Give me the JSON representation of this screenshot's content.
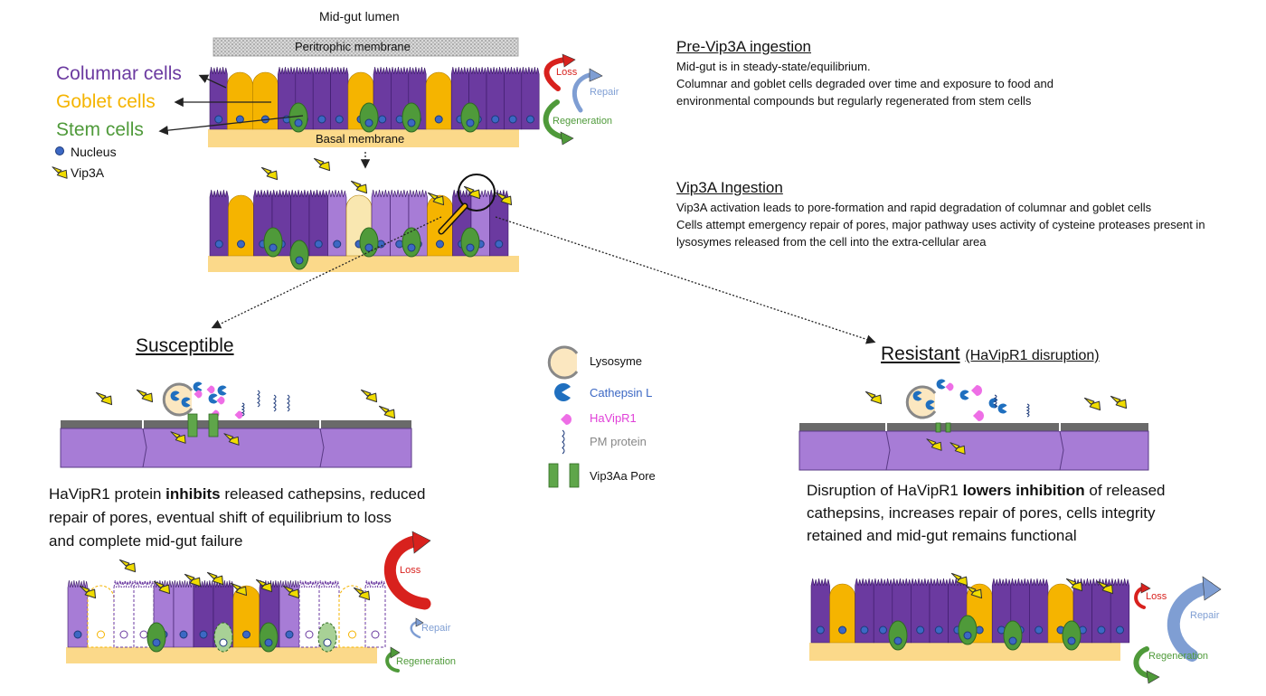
{
  "lumen_label": "Mid-gut lumen",
  "peritrophic_label": "Peritrophic membrane",
  "basal_label": "Basal membrane",
  "legend_top": {
    "columnar": "Columnar cells",
    "goblet": "Goblet cells",
    "stem": "Stem cells",
    "nucleus": "Nucleus",
    "vip3a": "Vip3A"
  },
  "cycle": {
    "loss": "Loss",
    "repair": "Repair",
    "regeneration": "Regeneration"
  },
  "pre": {
    "title": "Pre-Vip3A ingestion",
    "lines": [
      "Mid-gut is in steady-state/equilibrium.",
      "Columnar and goblet cells degraded over time and exposure to food and",
      "environmental compounds but regularly regenerated from stem cells"
    ]
  },
  "ingest": {
    "title": "Vip3A Ingestion",
    "lines": [
      "Vip3A activation leads to pore-formation and rapid degradation of columnar and goblet cells",
      "Cells attempt emergency repair of pores, major pathway uses activity of cysteine proteases present in",
      "lysosymes released from the cell into the extra-cellular area"
    ]
  },
  "susceptible": {
    "title": "Susceptible",
    "desc": [
      [
        "HaVipR1 protein ",
        "inhibits",
        " released cathepsins, reduced"
      ],
      [
        "repair of pores, eventual shift of equilibrium to loss",
        "",
        ""
      ],
      [
        "and complete mid-gut failure",
        "",
        ""
      ]
    ]
  },
  "resistant": {
    "title": "Resistant",
    "subtitle": "(HaVipR1 disruption)",
    "desc": [
      [
        "Disruption of HaVipR1 ",
        "lowers inhibition",
        " of released"
      ],
      [
        "cathepsins, increases repair of pores, cells integrity",
        "",
        ""
      ],
      [
        "retained and mid-gut remains functional",
        "",
        ""
      ]
    ]
  },
  "legend_mid": {
    "lysosome": "Lysosyme",
    "cathepsin": "Cathepsin L",
    "havipr1": "HaVipR1",
    "pm_protein": "PM protein",
    "pore": "Vip3Aa Pore"
  },
  "colors": {
    "columnar": "#6b3aa0",
    "columnar_light": "#a77cd6",
    "goblet": "#f5b400",
    "stem": "#4f9a3a",
    "nucleus": "#3c68c4",
    "basal": "#fbd98a",
    "loss": "#d8211d",
    "repair": "#7f9ed3",
    "regeneration": "#4f9a3a",
    "cathepsin": "#1f6fbf",
    "havipr1": "#ee6ee6",
    "pore": "#5fa64a",
    "toxin": "#f0dc00"
  }
}
